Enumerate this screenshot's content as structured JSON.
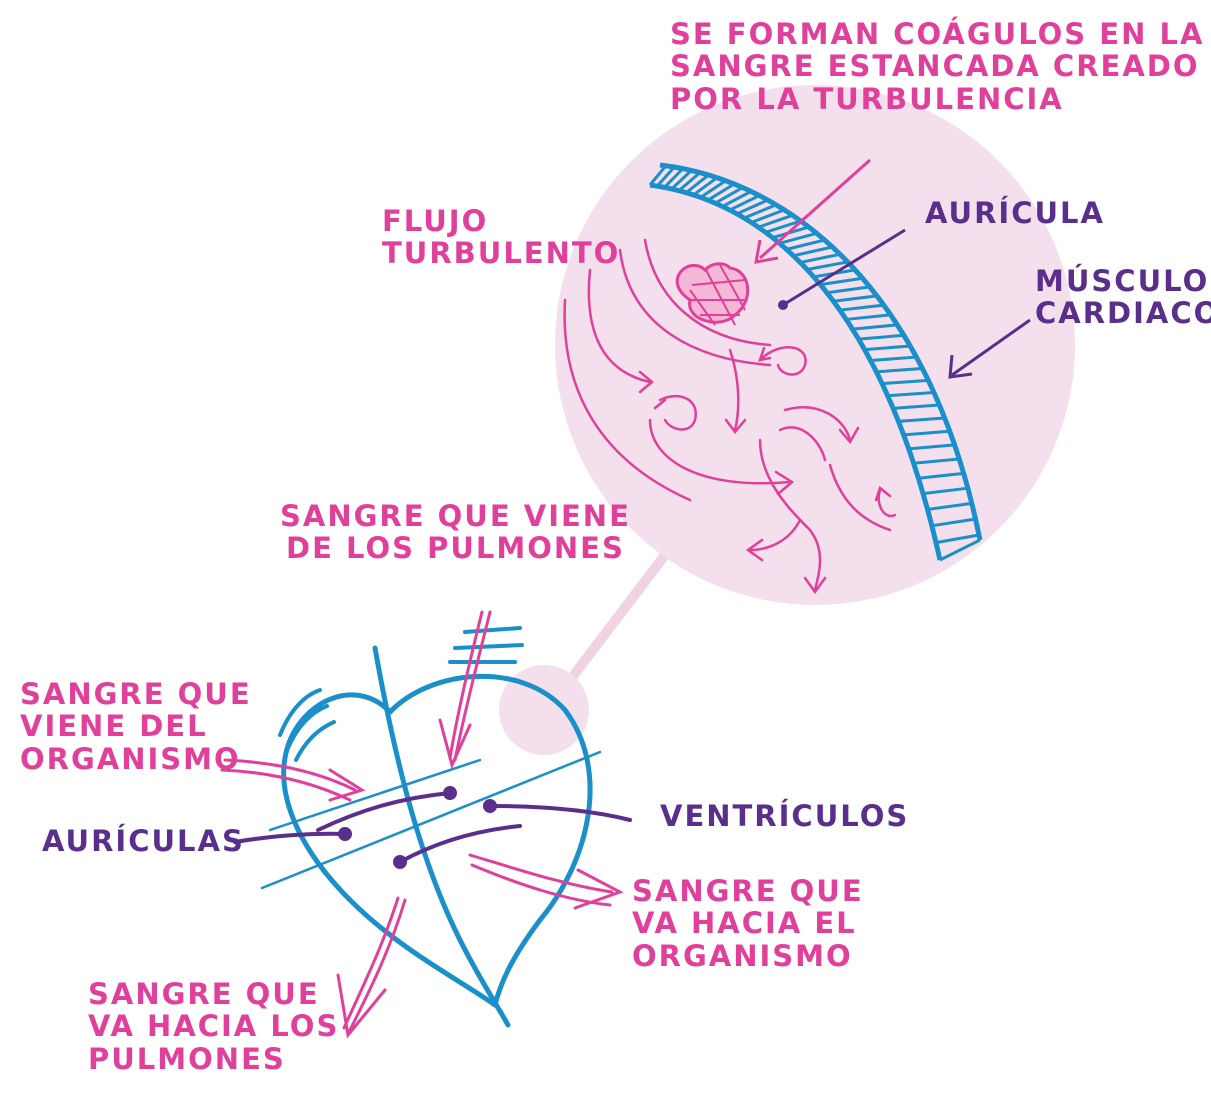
{
  "colors": {
    "pink": "#e0409a",
    "purple": "#5a2f8c",
    "blue": "#1b8fc9",
    "bubble": "#f3e0ec",
    "connector": "#f0d2e3"
  },
  "labels": {
    "clot_note": "SE FORMAN COÁGULOS EN LA\nSANGRE ESTANCADA CREADO\nPOR LA TURBULENCIA",
    "turbulent_flow": "FLUJO\nTURBULENTO",
    "atrium": "AURÍCULA",
    "heart_muscle": "MÚSCULO\nCARDIACO",
    "blood_from_lungs": "SANGRE QUE VIENE\nDE LOS PULMONES",
    "blood_from_body": "SANGRE QUE\nVIENE DEL\nORGANISMO",
    "atria": "AURÍCULAS",
    "ventricles": "VENTRÍCULOS",
    "blood_to_body": "SANGRE QUE\nVA HACIA EL\nORGANISMO",
    "blood_to_lungs": "SANGRE QUE\nVA HACIA LOS\nPULMONES"
  },
  "icons": [
    "clot-icon",
    "heart-outline",
    "magnifier-bubble"
  ]
}
